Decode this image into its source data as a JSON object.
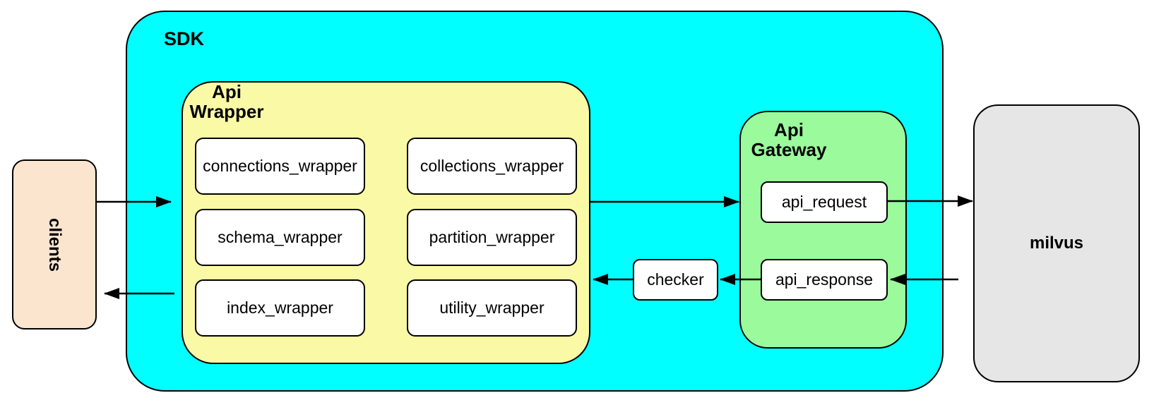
{
  "colors": {
    "sdk_fill": "#00FFFF",
    "api_wrapper_fill": "#FAF9A5",
    "api_gateway_fill": "#9BFA9B",
    "clients_fill": "#FCE5CE",
    "milvus_fill": "#E6E6E6",
    "node_fill": "#FFFFFF",
    "line_color": "#000000"
  },
  "clients": {
    "label": "clients"
  },
  "sdk": {
    "label": "SDK"
  },
  "api_wrapper": {
    "label_lines": [
      "Api",
      "Wrapper"
    ],
    "boxes": [
      "connections_wrapper",
      "collections_wrapper",
      "schema_wrapper",
      "partition_wrapper",
      "index_wrapper",
      "utility_wrapper"
    ]
  },
  "api_gateway": {
    "label_lines": [
      "Api",
      "Gateway"
    ],
    "boxes": [
      "api_request",
      "api_response"
    ]
  },
  "checker": {
    "label": "checker"
  },
  "milvus": {
    "label": "milvus"
  },
  "arrows": [
    {
      "from": "clients",
      "to": "api-wrapper"
    },
    {
      "from": "api-wrapper",
      "to": "api-gateway"
    },
    {
      "from": "api_request",
      "to": "milvus"
    },
    {
      "from": "milvus",
      "to": "api_response"
    },
    {
      "from": "api_response",
      "to": "checker"
    },
    {
      "from": "checker",
      "to": "api-wrapper"
    },
    {
      "from": "api-wrapper",
      "to": "clients"
    }
  ]
}
